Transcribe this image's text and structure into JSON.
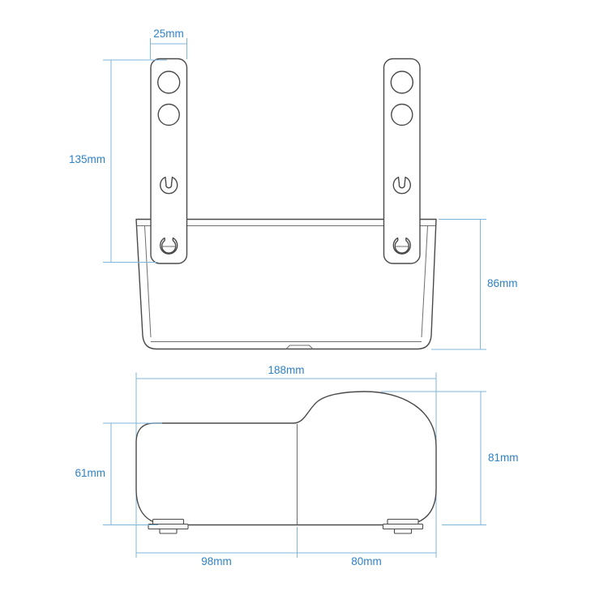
{
  "drawing": {
    "background": "#ffffff",
    "outline_color": "#4a4a4a",
    "dimension_line_color": "#7fb5da",
    "dimension_text_color": "#2e82c4",
    "description": "Two-view dimensional drawing of a wall-mount bracket box with two slotted mounting arms"
  },
  "front_view": {
    "name": "front elevation view",
    "arm_width": "25mm",
    "arm_height": "135mm",
    "body_height": "86mm"
  },
  "profile_view": {
    "name": "side profile view",
    "overall_width": "188mm",
    "overall_height": "81mm",
    "front_section_height": "61mm",
    "front_section_width": "98mm",
    "rear_section_width": "80mm"
  }
}
